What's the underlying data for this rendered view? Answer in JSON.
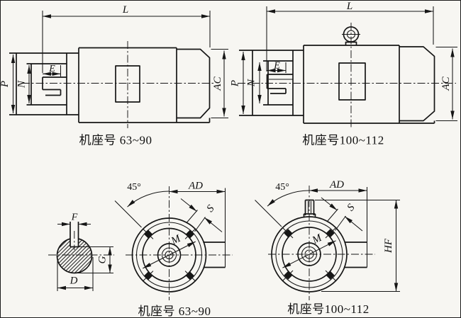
{
  "sheet": {
    "background": "#f7f6f2",
    "ink": "#161616",
    "type": "motor outline and mounting dimension drawing"
  },
  "dim_labels": {
    "L": "L",
    "E": "E",
    "P": "P",
    "N": "N",
    "AC": "AC",
    "AD": "AD",
    "S": "S",
    "M": "M",
    "F": "F",
    "G": "G",
    "D": "D",
    "HF": "HF",
    "angle_45": "45°"
  },
  "captions": {
    "top_left": "机座号 63~90",
    "top_right": "机座号100~112",
    "bottom_left": "机座号 63~90",
    "bottom_right": "机座号100~112"
  }
}
